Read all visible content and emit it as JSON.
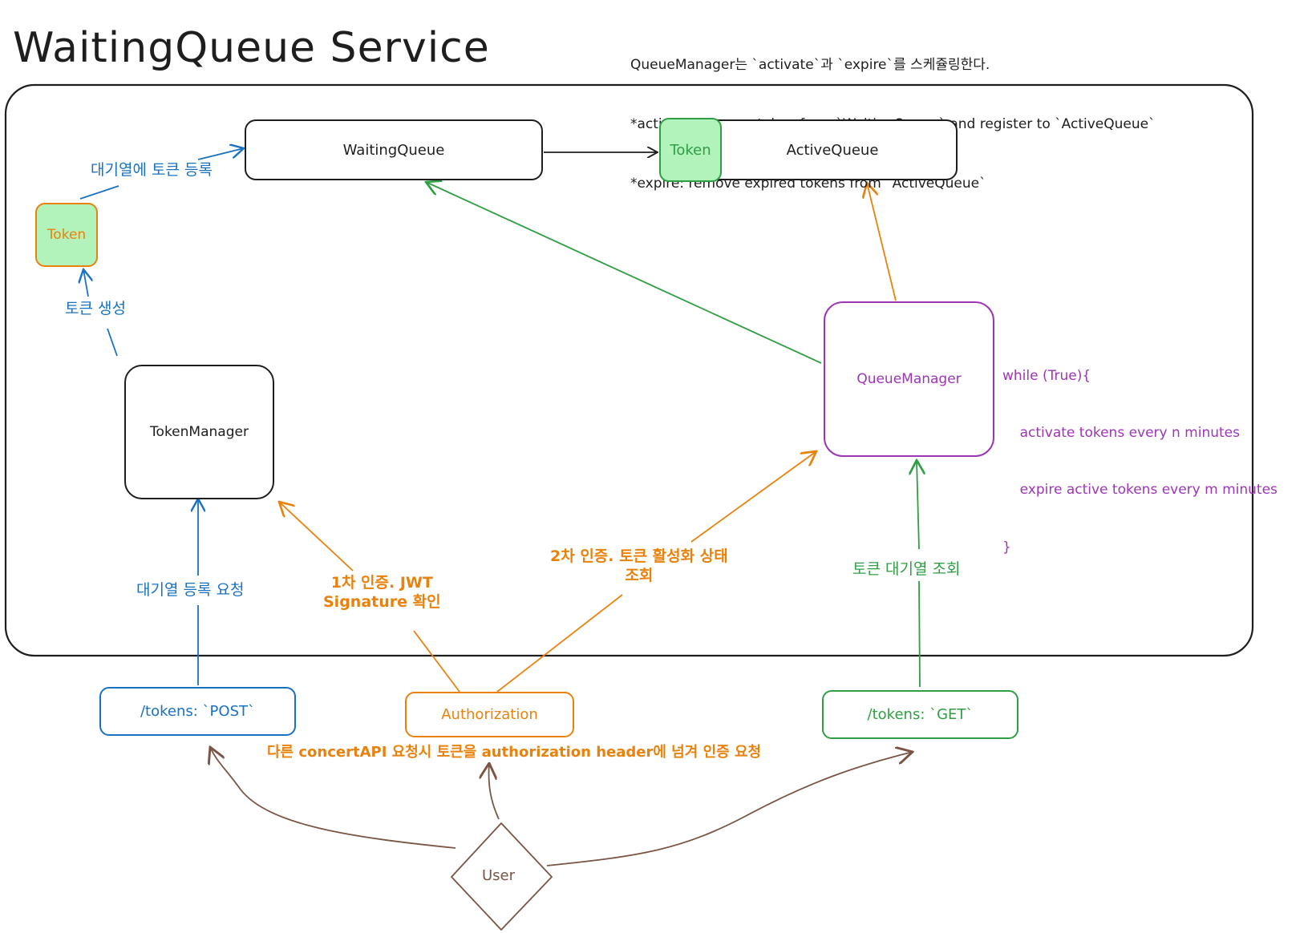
{
  "title": "WaitingQueue Service",
  "note": {
    "lines": [
      "QueueManager는 `activate`과 `expire`를 스케쥴링한다.",
      "*activate: remove token from `WaitingQueue` and register to `ActiveQueue`",
      "*expire: remove expired tokens from `ActiveQueue`"
    ]
  },
  "nodes": {
    "waiting_queue": "WaitingQueue",
    "active_queue": "ActiveQueue",
    "active_token": "Token",
    "token": "Token",
    "token_manager": "TokenManager",
    "queue_manager": "QueueManager",
    "post_endpoint": "/tokens: `POST`",
    "authorization": "Authorization",
    "get_endpoint": "/tokens: `GET`",
    "user": "User"
  },
  "code": {
    "lines": [
      "while (True){",
      "    activate tokens every n minutes",
      "    expire active tokens every m minutes",
      "}"
    ]
  },
  "edge_labels": {
    "register_token": "대기열에 토큰 등록",
    "create_token": "토큰 생성",
    "queue_register_request": "대기열 등록 요청",
    "auth_first": "1차 인증. JWT\nSignature 확인",
    "auth_second": "2차 인증. 토큰 활성화 상태\n조회",
    "token_queue_lookup": "토큰 대기열 조회",
    "auth_header": "다른 concertAPI 요청시  토큰을 authorization header에 넘겨 인증 요청"
  },
  "colors": {
    "ink": "#1e1e1e",
    "blue": "#1971c2",
    "orange": "#e8820c",
    "green": "#2f9e44",
    "purple": "#9c36b5",
    "brown": "#7a5545",
    "token_fill": "#b2f2bb"
  }
}
